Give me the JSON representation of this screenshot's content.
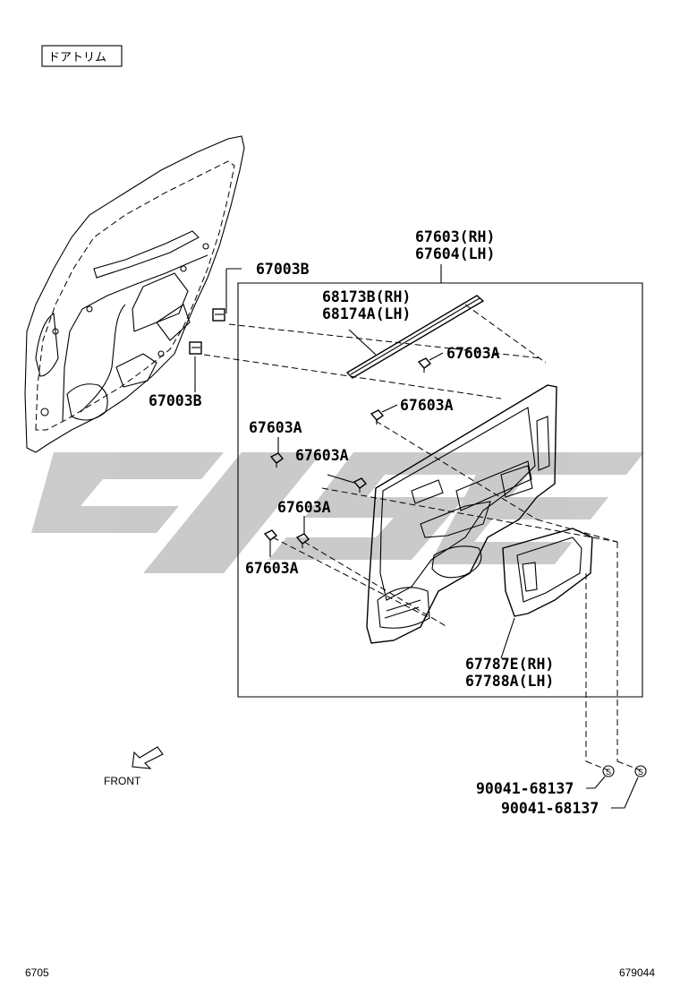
{
  "header_tag": "ドアトリム",
  "labels": {
    "p67003b_top": "67003B",
    "p67003b_bottom": "67003B",
    "p67603_rh": "67603(RH)",
    "p67604_lh": "67604(LH)",
    "p68173b_rh": "68173B(RH)",
    "p68174a_lh": "68174A(LH)",
    "p67603a_1": "67603A",
    "p67603a_2": "67603A",
    "p67603a_3": "67603A",
    "p67603a_4": "67603A",
    "p67603a_5": "67603A",
    "p67603a_6": "67603A",
    "p67787e_rh": "67787E(RH)",
    "p67788a_lh": "67788A(LH)",
    "p90041_a": "90041-68137",
    "p90041_b": "90041-68137"
  },
  "screw_symbol": "S",
  "front_label": "FRONT",
  "footer_left": "6705",
  "footer_right": "679044",
  "watermark_color": "#c8c8c8"
}
